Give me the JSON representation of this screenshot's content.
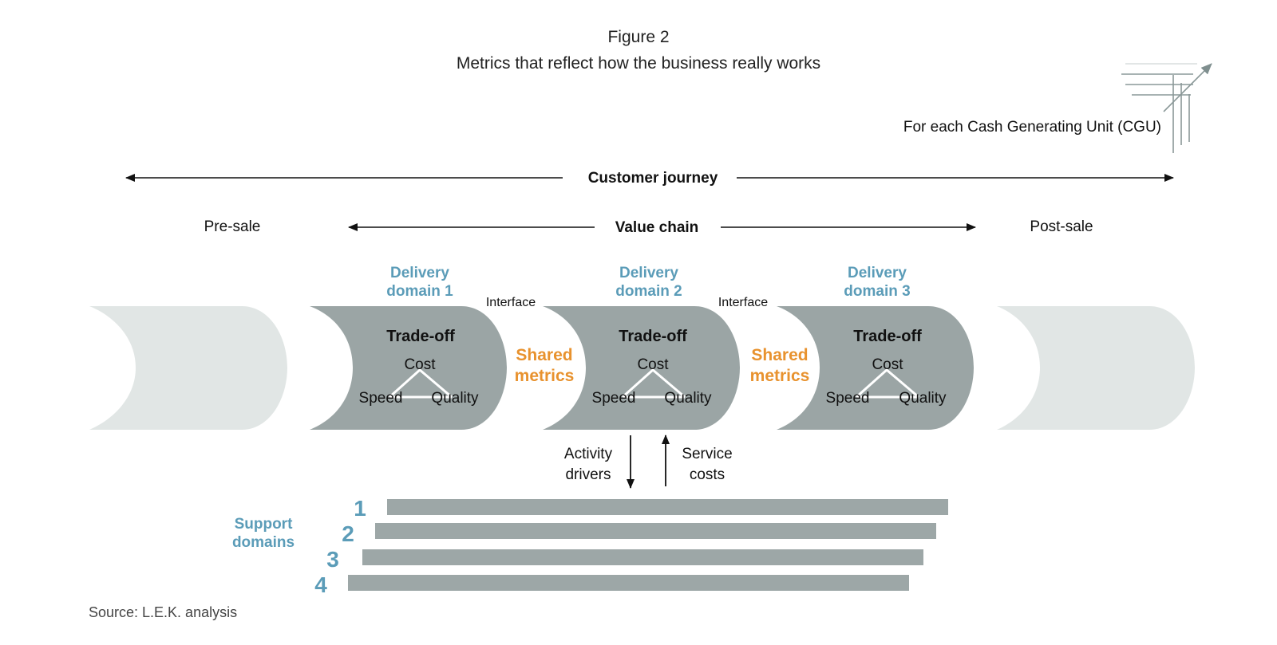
{
  "figure": {
    "label": "Figure 2",
    "title": "Metrics that reflect how the business really works"
  },
  "cgu_label": "For each Cash Generating Unit (CGU)",
  "customer_journey": "Customer journey",
  "value_chain": "Value chain",
  "pre_sale": "Pre-sale",
  "post_sale": "Post-sale",
  "interface_label": "Interface",
  "shared_metrics": {
    "line1": "Shared",
    "line2": "metrics"
  },
  "domains": [
    {
      "line1": "Delivery",
      "line2": "domain 1",
      "tradeoff": "Trade-off",
      "cost": "Cost",
      "speed": "Speed",
      "quality": "Quality"
    },
    {
      "line1": "Delivery",
      "line2": "domain 2",
      "tradeoff": "Trade-off",
      "cost": "Cost",
      "speed": "Speed",
      "quality": "Quality"
    },
    {
      "line1": "Delivery",
      "line2": "domain 3",
      "tradeoff": "Trade-off",
      "cost": "Cost",
      "speed": "Speed",
      "quality": "Quality"
    }
  ],
  "activity_drivers": {
    "line1": "Activity",
    "line2": "drivers"
  },
  "service_costs": {
    "line1": "Service",
    "line2": "costs"
  },
  "support": {
    "line1": "Support",
    "line2": "domains",
    "numbers": [
      "1",
      "2",
      "3",
      "4"
    ]
  },
  "source": "Source: L.E.K. analysis",
  "colors": {
    "accent_blue": "#5b9cb8",
    "accent_orange": "#e8922e",
    "cylinder_dark": "#9ba5a5",
    "cylinder_light": "#e1e6e5",
    "bar": "#9da7a7",
    "text": "#111111"
  }
}
